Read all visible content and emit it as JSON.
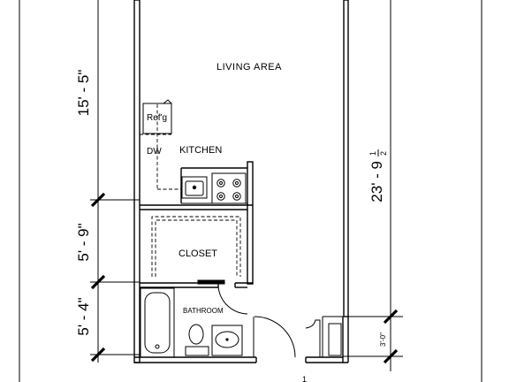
{
  "rooms": {
    "living_area": "LIVING AREA",
    "kitchen": "KITCHEN",
    "closet": "CLOSET",
    "bathroom": "BATHROOM"
  },
  "fixtures": {
    "refrigerator": "Ref'g",
    "dishwasher": "DW"
  },
  "dimensions": {
    "living_height": "15' - 5\"",
    "closet_height": "5' - 9\"",
    "bath_height": "5' - 4\"",
    "overall_height_main": "23' - 9",
    "overall_height_fraction_num": "1",
    "overall_height_fraction_den": "2",
    "entry_width": "3'-0\""
  }
}
